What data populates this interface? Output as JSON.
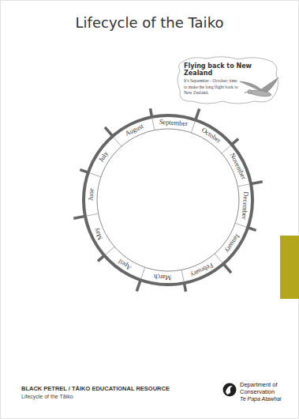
{
  "diagram": {
    "title": "Lifecycle of the Taiko",
    "nodes": [
      {
        "text": [
          "Flying back to New Zealand",
          "It's September - October; time to make the long flight back to New Zealand."
        ]
      }
    ],
    "labels": [
      "August",
      "September",
      "October",
      "November",
      "December",
      "January",
      "February",
      "March",
      "April",
      "May",
      "June",
      "July",
      "BLACK PETREL / TĀIKO EDUCATIONAL RESOURCE",
      "Lifecycle of the Tāiko",
      "Department of Conservation",
      "Te Papa Atawhai"
    ]
  }
}
